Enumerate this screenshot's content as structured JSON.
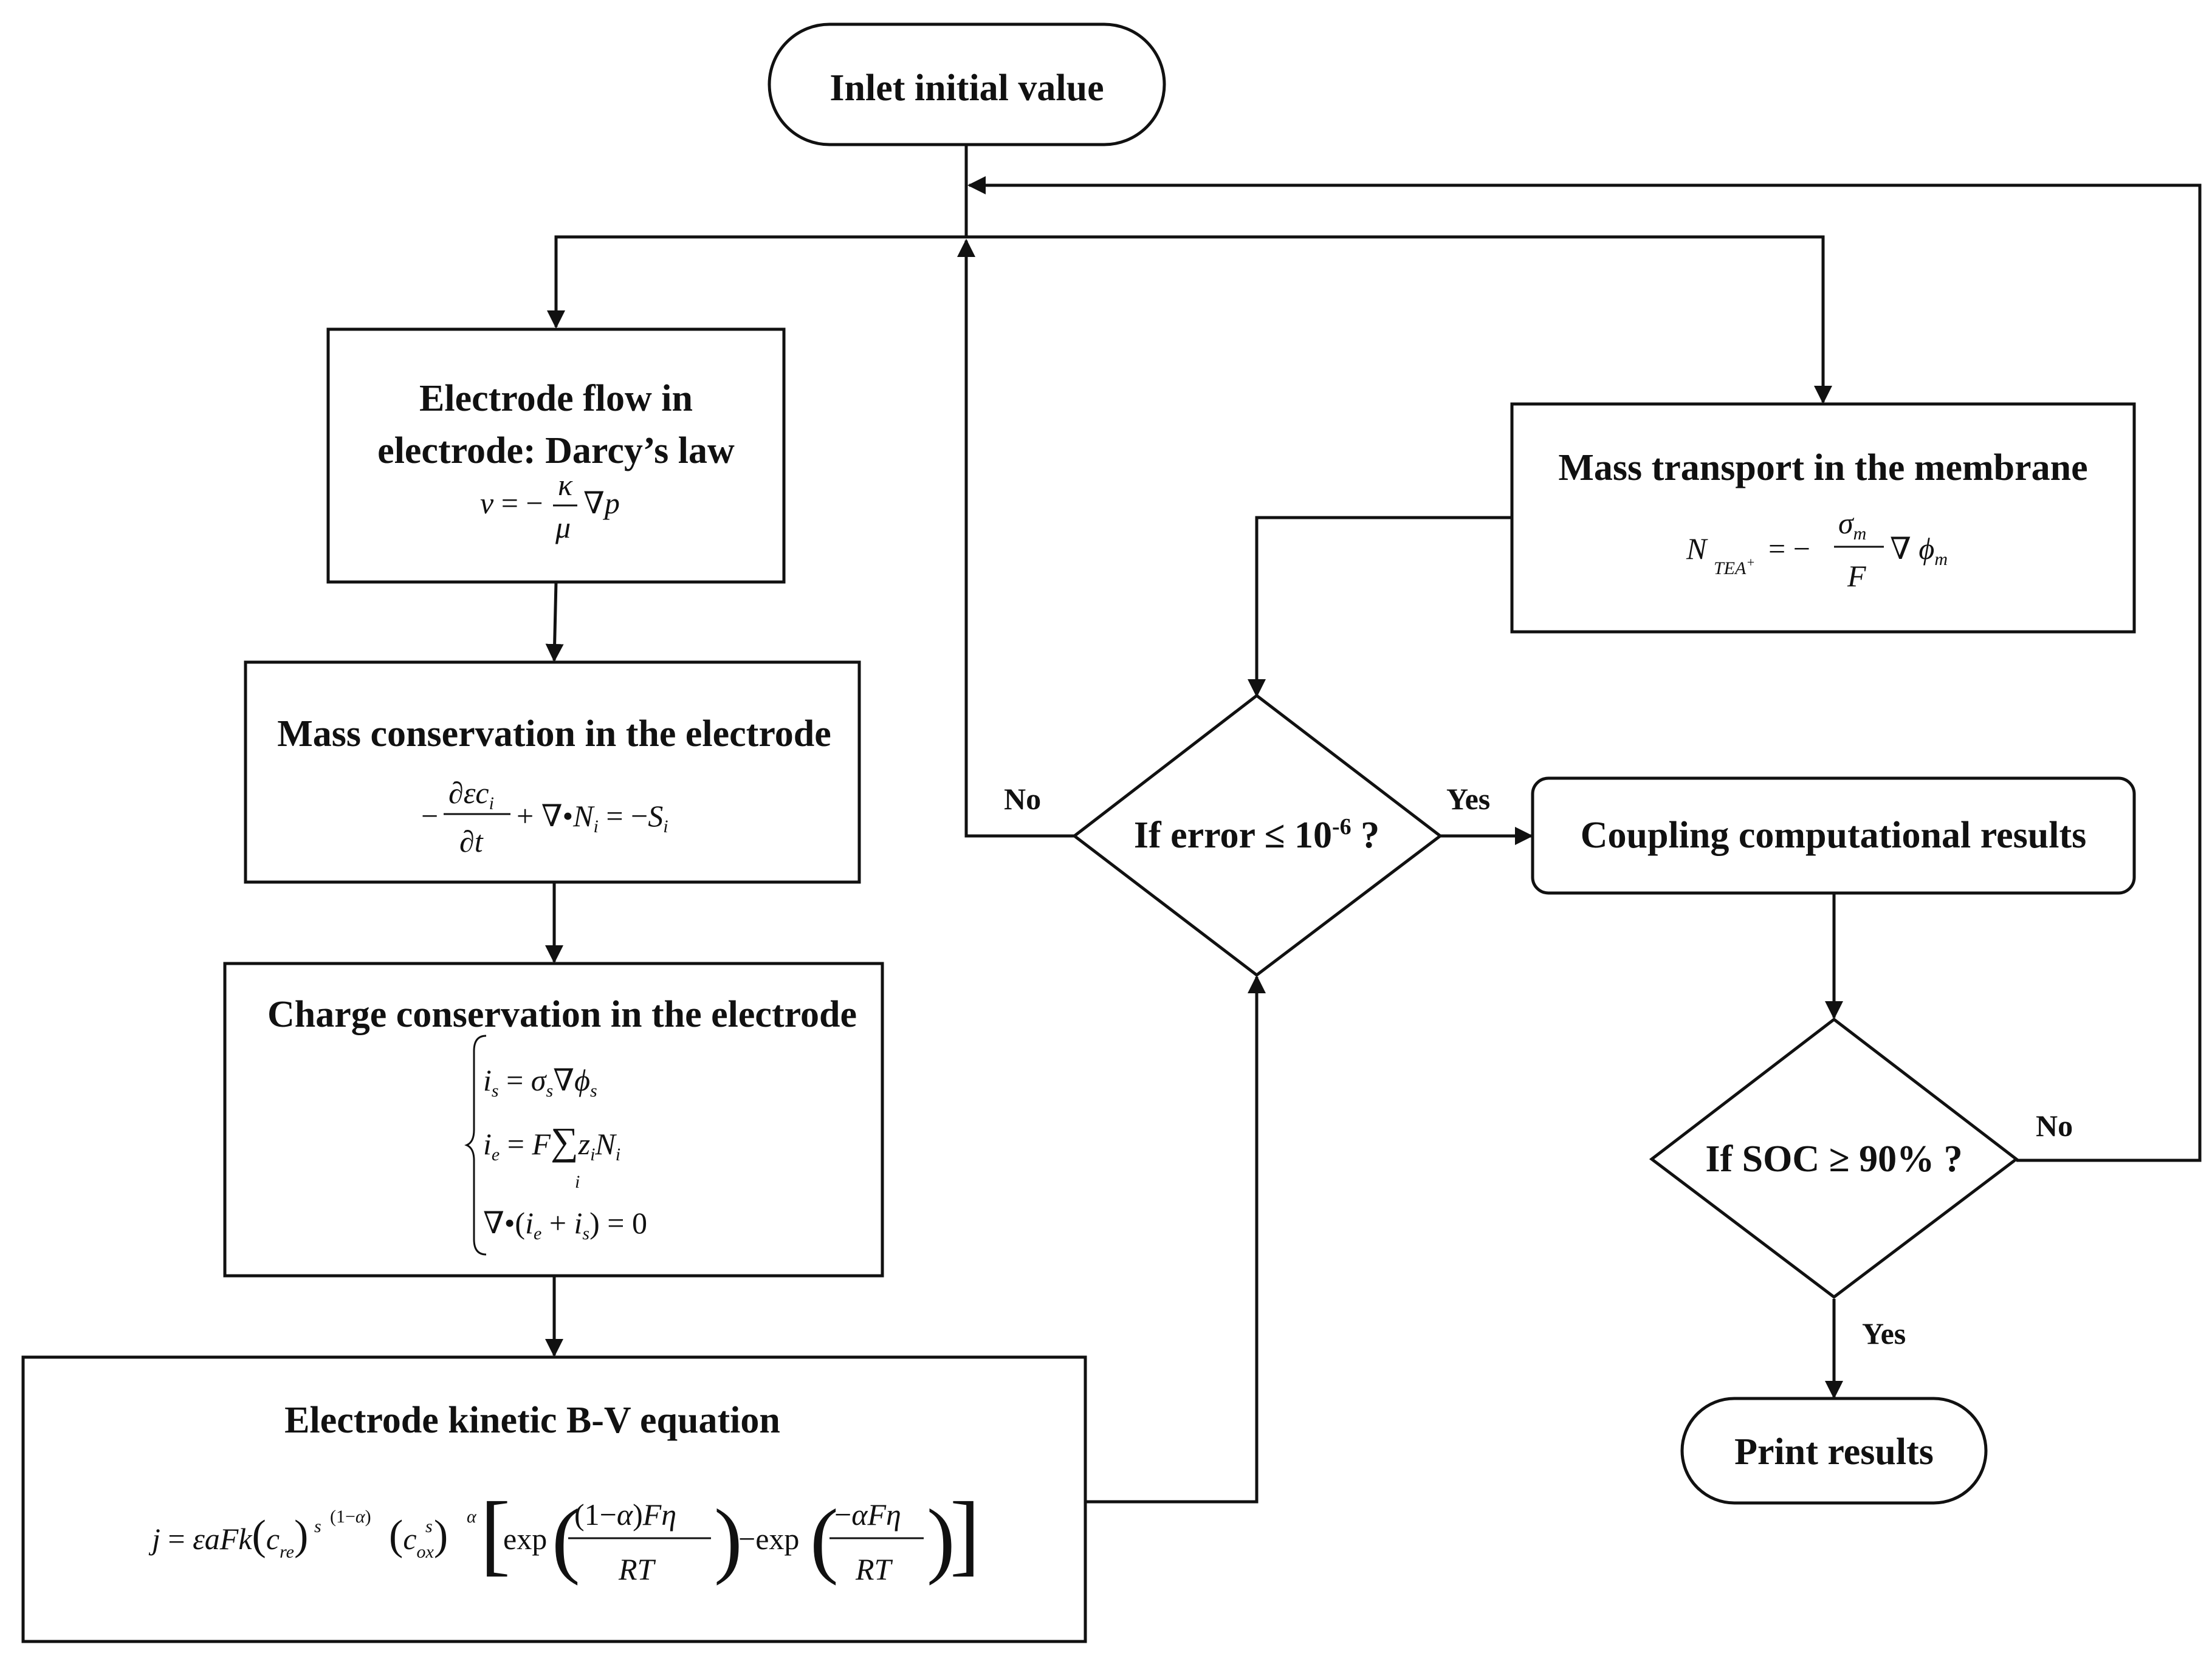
{
  "nodes": {
    "inlet": {
      "label": "Inlet initial value"
    },
    "darcy": {
      "title_line1": "Electrode flow in",
      "title_line2": "electrode: Darcy’s law"
    },
    "mass_electrode": {
      "title": "Mass conservation in the electrode"
    },
    "charge_electrode": {
      "title": "Charge conservation in the electrode"
    },
    "bv": {
      "title": "Electrode kinetic B-V equation"
    },
    "membrane": {
      "title": "Mass transport in the membrane"
    },
    "error_decision": {
      "label": "If error ≤ 10",
      "sup": "-6",
      "suffix": " ?"
    },
    "coupling": {
      "label": "Coupling computational results"
    },
    "soc_decision": {
      "label": "If SOC ≥ 90% ?"
    },
    "print": {
      "label": "Print results"
    }
  },
  "edges": {
    "error_no": "No",
    "error_yes": "Yes",
    "soc_no": "No",
    "soc_yes": "Yes"
  },
  "style": {
    "stroke": "#111111",
    "fill": "#ffffff"
  }
}
